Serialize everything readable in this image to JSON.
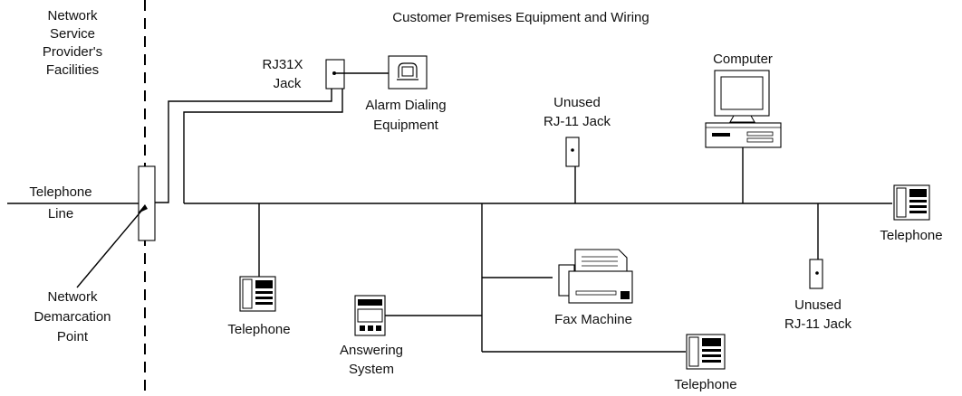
{
  "title": "Customer Premises Equipment and Wiring",
  "provider_label": [
    "Network",
    "Service",
    "Provider's",
    "Facilities"
  ],
  "telephone_line_label": [
    "Telephone",
    "Line"
  ],
  "demarcation_label": [
    "Network",
    "Demarcation",
    "Point"
  ],
  "rj31x_label": [
    "RJ31X",
    "Jack"
  ],
  "alarm_label": [
    "Alarm Dialing",
    "Equipment"
  ],
  "unused_jack_top_label": [
    "Unused",
    "RJ-11 Jack"
  ],
  "computer_label": "Computer",
  "telephone_right_label": "Telephone",
  "telephone_left_label": "Telephone",
  "answering_label": [
    "Answering",
    "System"
  ],
  "fax_label": "Fax Machine",
  "unused_jack_bottom_label": [
    "Unused",
    "RJ-11 Jack"
  ],
  "telephone_bottom_label": "Telephone"
}
